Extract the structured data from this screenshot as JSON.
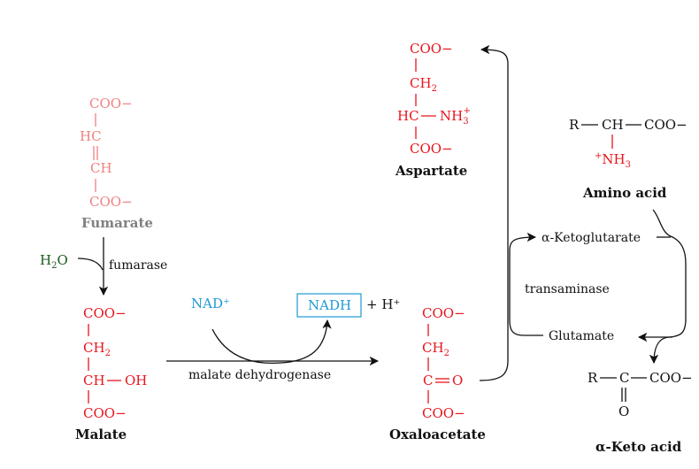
{
  "colors": {
    "fumarate": "#f08080",
    "red": "#e8141c",
    "black": "#111111",
    "water": "#1a5a1a",
    "nad": "#1e9ad6",
    "fumarate_label": "#808080"
  },
  "fumarate": {
    "coo_top": "COO−",
    "hc": "HC",
    "ch": "CH",
    "coo_bottom": "COO−",
    "label": "Fumarate"
  },
  "water": {
    "h": "H",
    "sub": "2",
    "o": "O"
  },
  "fumarase": "fumarase",
  "malate": {
    "coo_top": "COO−",
    "ch2": "CH",
    "ch2_sub": "2",
    "ch": "CH",
    "oh": "OH",
    "coo_bottom": "COO−",
    "label": "Malate"
  },
  "nad_plus": "NAD⁺",
  "nadh": "NADH",
  "h_plus": "+ H⁺",
  "malate_dehydrogenase": "malate dehydrogenase",
  "oxaloacetate": {
    "coo_top": "COO−",
    "ch2": "CH",
    "ch2_sub": "2",
    "co": "C",
    "o": "O",
    "coo_bottom": "COO−",
    "label": "Oxaloacetate"
  },
  "aspartate": {
    "coo_top": "COO−",
    "ch2": "CH",
    "ch2_sub": "2",
    "hc": "HC",
    "nh3": "NH",
    "nh3_sub": "3",
    "nh3_sup": "+",
    "coo_bottom": "COO−",
    "label": "Aspartate"
  },
  "amino_acid": {
    "r": "R",
    "ch": "CH",
    "coo": "COO−",
    "nh3_sup": "+",
    "nh3": "NH",
    "nh3_sub": "3",
    "label": "Amino acid"
  },
  "alpha_ketoglutarate": "α-Ketoglutarate",
  "transaminase": "transaminase",
  "glutamate": "Glutamate",
  "keto_acid": {
    "r": "R",
    "c": "C",
    "coo": "COO−",
    "o": "O",
    "label": "α-Keto acid"
  }
}
